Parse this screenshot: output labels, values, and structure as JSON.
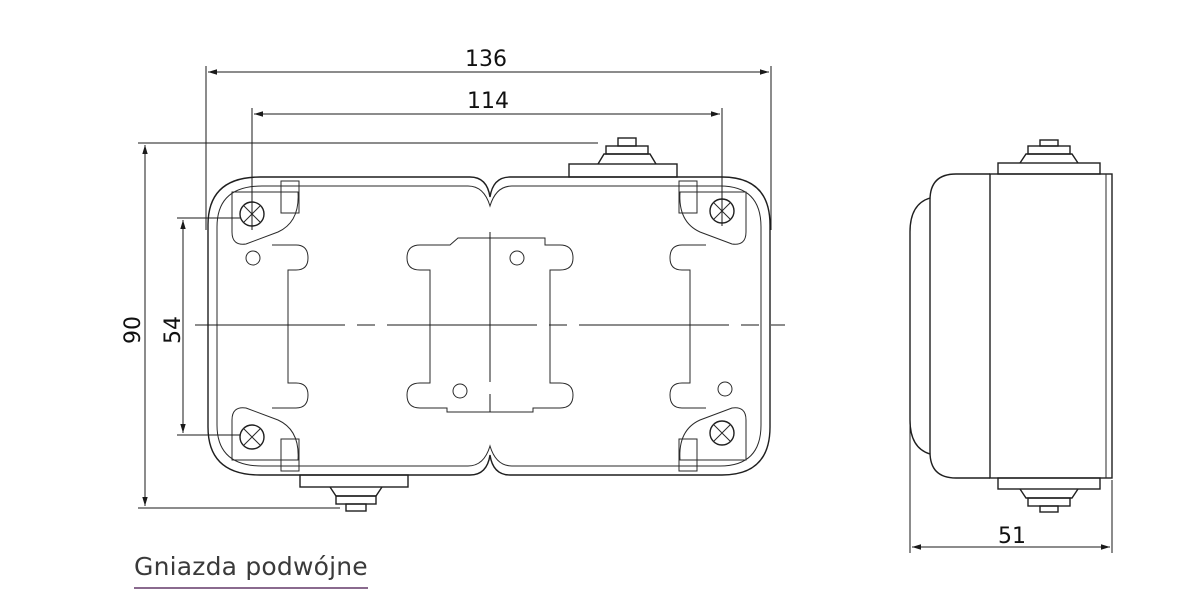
{
  "caption": "Gniazda podwójne",
  "dimensions": {
    "overall_width": "136",
    "mounting_width": "114",
    "overall_height": "90",
    "mounting_height": "54",
    "depth": "51"
  },
  "colors": {
    "line": "#1f1f1f",
    "caption_text": "#3a3a3a",
    "caption_underline": "#8a6a8e"
  }
}
